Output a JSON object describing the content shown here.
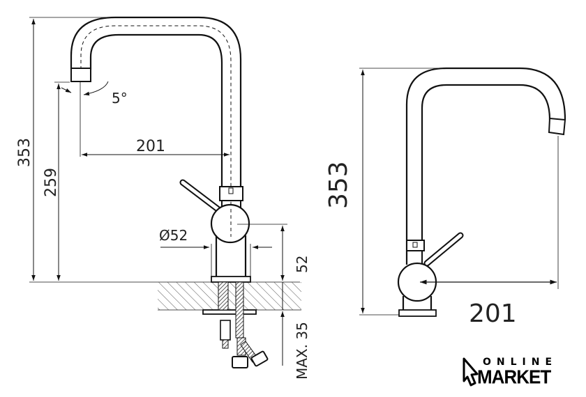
{
  "left_view": {
    "dim_total_height": "353",
    "dim_spout_height": "259",
    "dim_reach": "201",
    "dim_angle": "5°",
    "dim_base_diameter": "Ø52",
    "dim_body_height": "52",
    "dim_max_counter": "MAX. 35"
  },
  "right_view": {
    "dim_total_height": "353",
    "dim_reach": "201"
  },
  "logo": {
    "line1": "ONLINE",
    "line2": "MARKET"
  }
}
